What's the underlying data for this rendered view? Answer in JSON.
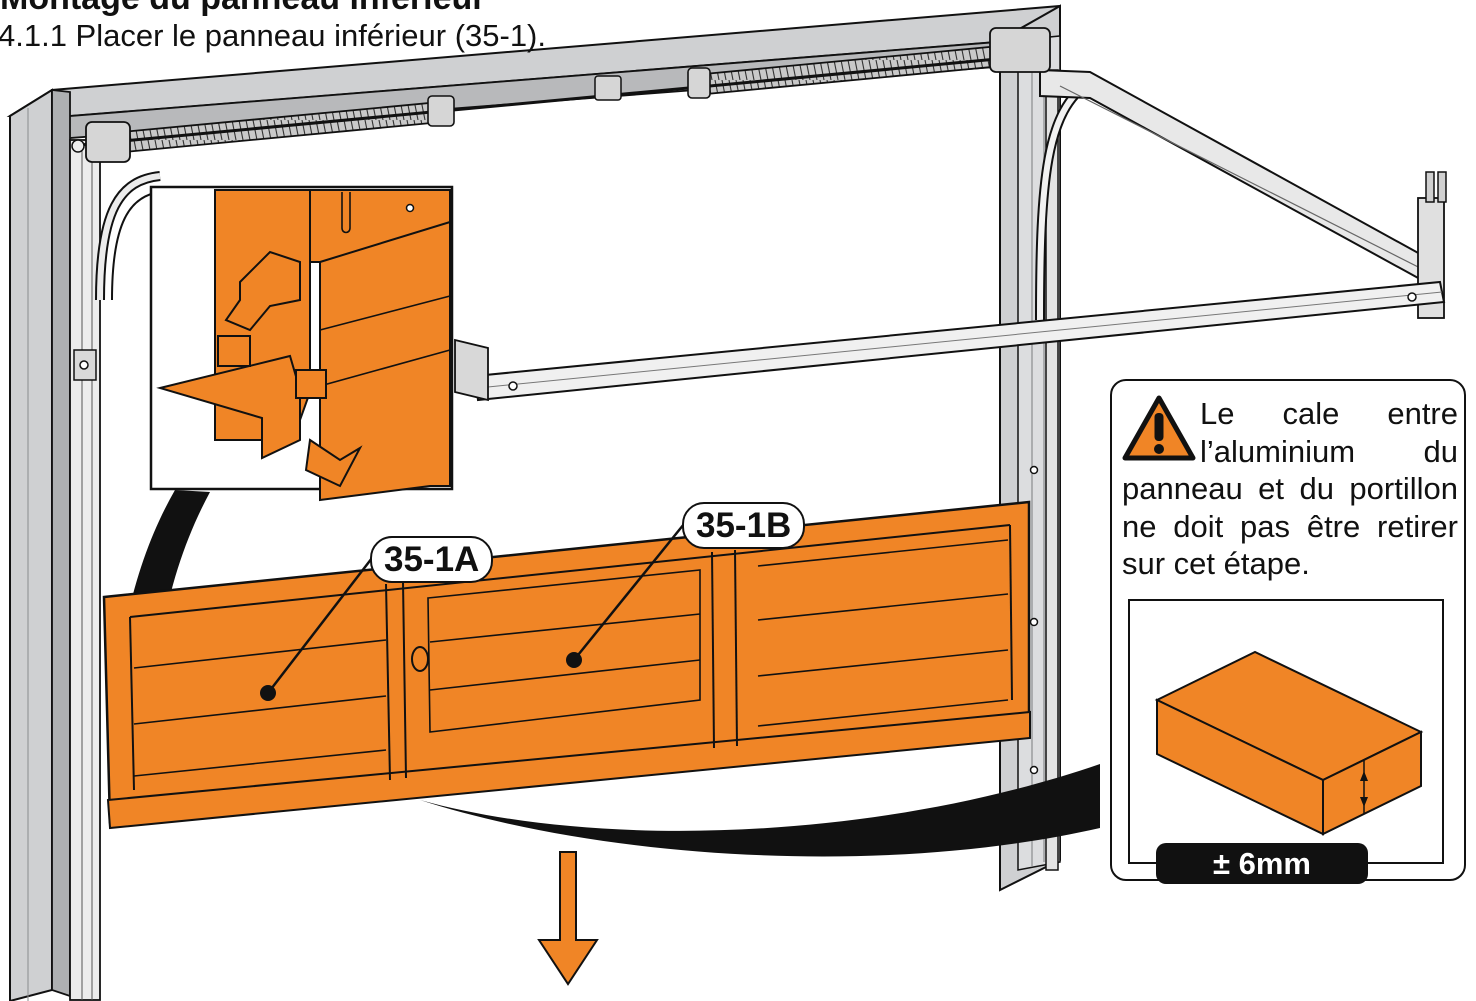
{
  "heading": "Montage du panneau inférieur",
  "step": {
    "text": "4.1.1 Placer le panneau inférieur (35-1)."
  },
  "callouts": [
    {
      "label": "35-1A"
    },
    {
      "label": "35-1B"
    }
  ],
  "warning": {
    "icon": "warning-triangle-icon",
    "text": "Le cale entre l’aluminium du panneau et du portillon ne doit pas être retirer sur cet étape."
  },
  "shim": {
    "dimension": "± 6mm"
  },
  "colors": {
    "panel": "#f08526",
    "frame": "#cfd0d2",
    "outline": "#111111",
    "warning": "#f08526"
  },
  "icons": [
    "warning-triangle-icon",
    "arrow-down-icon",
    "spring-icon"
  ]
}
